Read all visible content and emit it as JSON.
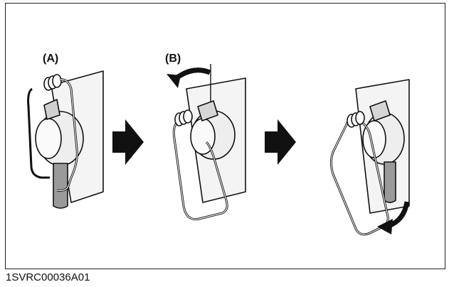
{
  "labels": {
    "a": "(A)",
    "b": "(B)"
  },
  "figure_code": "1SVRC00036A01",
  "colors": {
    "line": "#111111",
    "fill_light": "#f2f2f2",
    "fill_mid": "#d6d6d6",
    "fill_dark": "#8c8c8c",
    "arrow": "#111111"
  },
  "icons": [
    "step-arrow-icon",
    "rotate-arrow-icon"
  ]
}
